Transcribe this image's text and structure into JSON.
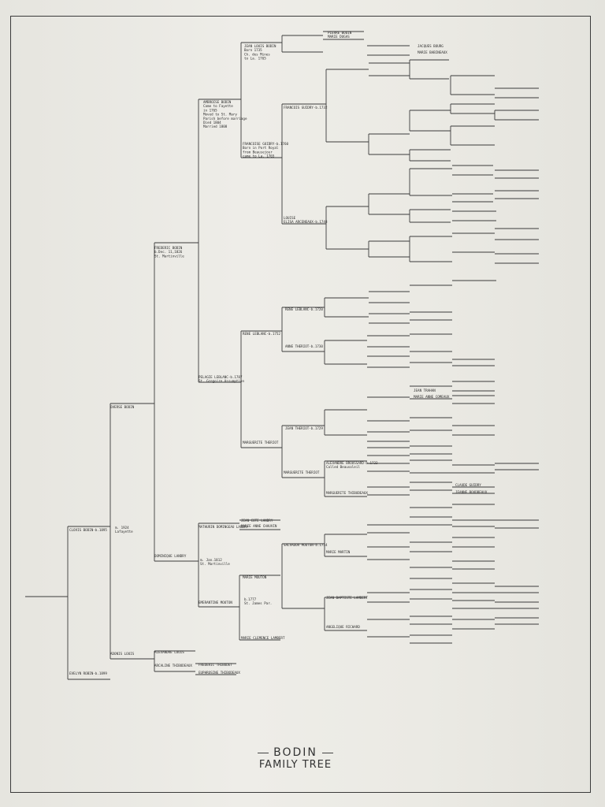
{
  "title": "BODIN",
  "subtitle": "FAMILY TREE",
  "people": [
    {
      "id": "root",
      "lines": []
    },
    {
      "id": "g1f",
      "lines": [
        "CLOVIS BODIN-b.1895"
      ]
    },
    {
      "id": "g1m",
      "lines": [
        "EVELYN ROBIN-b.1899"
      ]
    },
    {
      "id": "m1",
      "lines": [
        "m. 1924",
        "Lafayette"
      ]
    },
    {
      "id": "g2a",
      "lines": [
        "OVERSE BODIN"
      ]
    },
    {
      "id": "g2b",
      "lines": [
        "DOMINIQUE LANDRY"
      ]
    },
    {
      "id": "g2c",
      "lines": [
        "ADONIS LOUIS"
      ]
    },
    {
      "id": "g2d",
      "lines": [
        "ALEXANDRE LOUIS"
      ]
    },
    {
      "id": "g2e",
      "lines": [
        "ARCALINE THIBODEAUX"
      ]
    },
    {
      "id": "g3a",
      "lines": [
        "FREDERIC BODIN",
        "b.Dec. 11,1826",
        "St. Martinville"
      ]
    },
    {
      "id": "g3b",
      "lines": [
        "PELAGIE LEBLANC-b.1787",
        "St. Gregoire Assumption"
      ]
    },
    {
      "id": "g3c",
      "lines": [
        "MATHURIN DOMINGEAU LANDRY"
      ]
    },
    {
      "id": "m3",
      "lines": [
        "m. Jan.1812",
        "St. Martinville"
      ]
    },
    {
      "id": "g3d",
      "lines": [
        "EMERANTINE MOUTON"
      ]
    },
    {
      "id": "g3e",
      "lines": [
        "FREDERIC THIBODET"
      ]
    },
    {
      "id": "g3f",
      "lines": [
        "EUPHROSINE THIBODEAUX"
      ]
    },
    {
      "id": "g4a",
      "lines": [
        "AMBROISE BODIN",
        "Came to Fayette",
        "in 1765",
        "Moved to St. Mary",
        "Parish before marriage",
        "Died 1804",
        "Married 1808"
      ]
    },
    {
      "id": "g4b",
      "lines": [
        "FRANCOISE GUIDRY-b.1760",
        "Born in Port Royal",
        "from Beausejour",
        "came to La. 1765"
      ]
    },
    {
      "id": "g4c",
      "lines": [
        "RENE LEBLANC-b.1752"
      ]
    },
    {
      "id": "g4d",
      "lines": [
        "MARGUERITE THERIOT"
      ]
    },
    {
      "id": "g4e",
      "lines": [
        "JEAN COTE LANDRY"
      ]
    },
    {
      "id": "g4f",
      "lines": [
        "MARIE ANNE CHAUVIN"
      ]
    },
    {
      "id": "g4g",
      "lines": [
        "MARIE MOUTON"
      ]
    },
    {
      "id": "m4g",
      "lines": [
        "b.1777",
        "St. James Par."
      ]
    },
    {
      "id": "g4h",
      "lines": [
        "MARIE CLEMENCE LAMBERT"
      ]
    },
    {
      "id": "g5a",
      "lines": [
        "JEAN LOUIS BODIN",
        "Born 1735",
        "Ch. des Mines",
        "to La. 1765"
      ]
    },
    {
      "id": "g5b",
      "lines": [
        "FRANCOIS GUIDRY-b.1732"
      ]
    },
    {
      "id": "g5c",
      "lines": [
        "LOUISE",
        "ELISA ARCENEAUX-b.1748"
      ]
    },
    {
      "id": "g5d",
      "lines": [
        "RENE LEBLANC-b.1720"
      ]
    },
    {
      "id": "g5e",
      "lines": [
        "ANNE THERIOT-b.1730"
      ]
    },
    {
      "id": "g5f",
      "lines": [
        "JEAN THERIOT-b.1729"
      ]
    },
    {
      "id": "g5g",
      "lines": [
        "MARGUERITE THERIOT"
      ]
    },
    {
      "id": "g5h",
      "lines": [
        "ALEXANDRE BROUSSARD-b.1722",
        "Called Beausoleil"
      ]
    },
    {
      "id": "g5i",
      "lines": [
        "MARGUERITE THIBODEAUX"
      ]
    },
    {
      "id": "g5j",
      "lines": [
        "SALVADOR MOUTON-b.1734"
      ]
    },
    {
      "id": "g5k",
      "lines": [
        "MARIE MARTIN"
      ]
    },
    {
      "id": "g5l",
      "lines": [
        "JEAN BAPTISTE LAMBERT"
      ]
    },
    {
      "id": "g5m",
      "lines": [
        "ANGELIQUE RICHARD"
      ]
    },
    {
      "id": "g6a",
      "lines": [
        "PIERRE BODIN"
      ]
    },
    {
      "id": "g6b",
      "lines": [
        "MARIE DUGAS"
      ]
    },
    {
      "id": "g6c",
      "lines": [
        "JACQUES BOURG"
      ]
    },
    {
      "id": "g6d",
      "lines": [
        "MARIE BABINEAUX"
      ]
    },
    {
      "id": "g6e",
      "lines": [
        "JEAN TRAHAN"
      ]
    },
    {
      "id": "g6f",
      "lines": [
        "MARIE ANNE COMEAUX"
      ]
    },
    {
      "id": "g6g",
      "lines": [
        "CLAUDE GUIDRY"
      ]
    },
    {
      "id": "g6h",
      "lines": [
        "JEANNE BOUDREAUX"
      ]
    }
  ]
}
